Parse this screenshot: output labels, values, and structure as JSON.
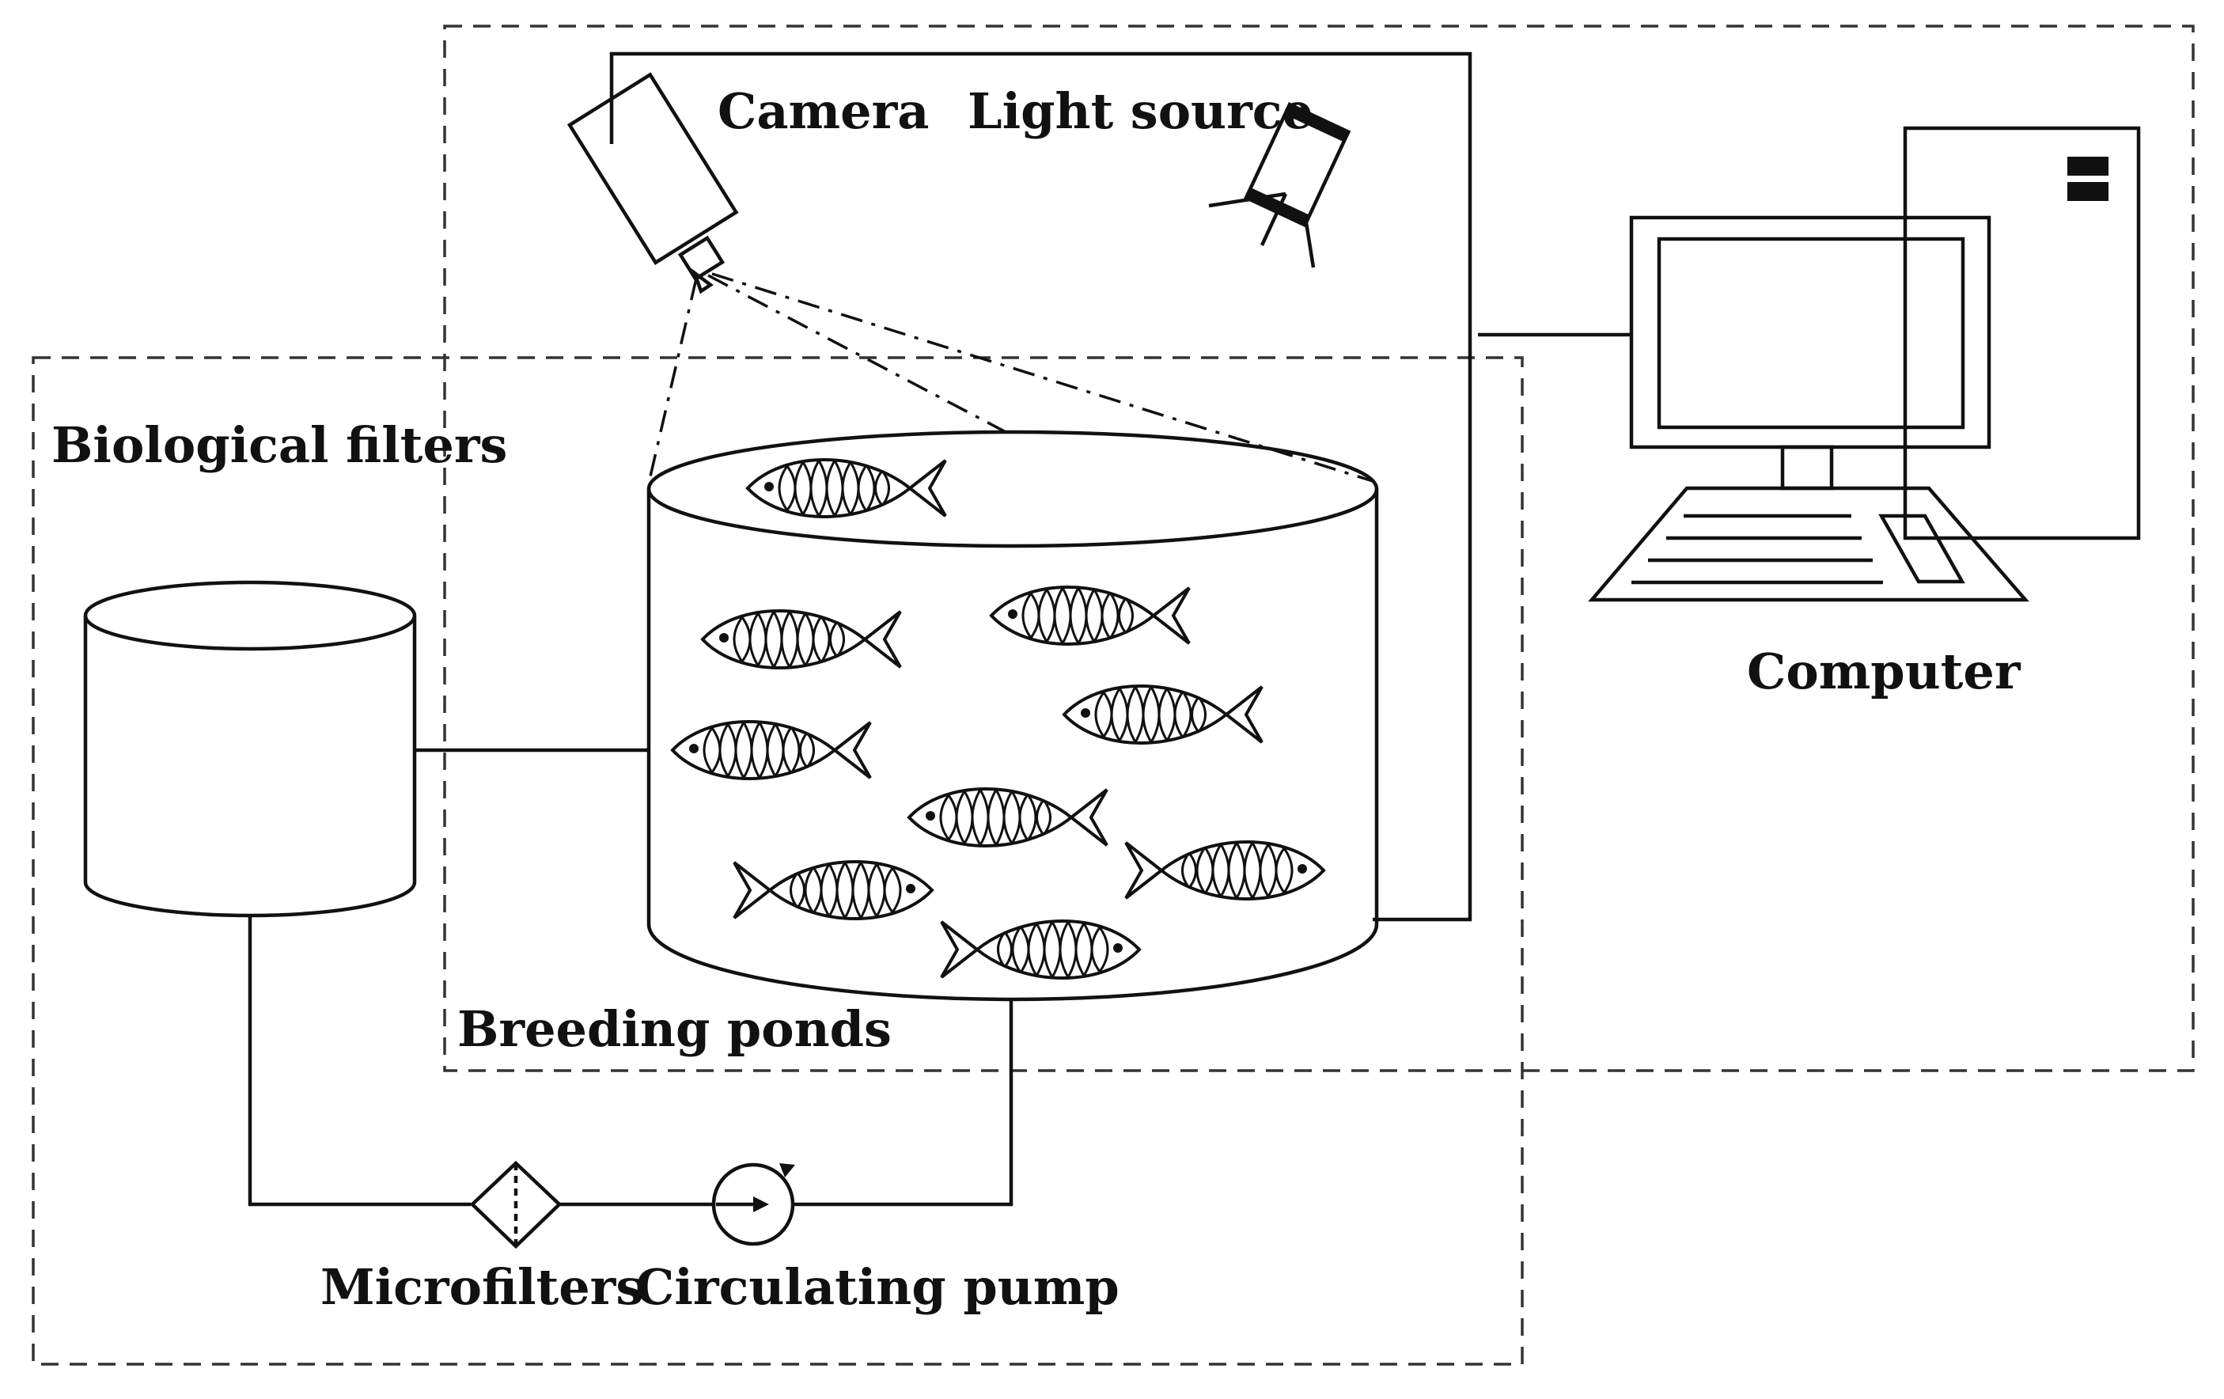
{
  "labels": {
    "camera": "Camera",
    "light_source": "Light source",
    "biological_filters": "Biological filters",
    "computer": "Computer",
    "breeding_ponds": "Breeding ponds",
    "microfilters": "Microfilters",
    "circulating_pump": "Circulating pump"
  },
  "colors": {
    "line": "#111111",
    "background": "#ffffff"
  },
  "icons": [
    "camera-icon",
    "light-source-icon",
    "computer-monitor-icon",
    "computer-tower-icon",
    "keyboard-icon",
    "biological-filter-tank-icon",
    "breeding-pond-tank-icon",
    "fish-icon",
    "microfilter-icon",
    "circulating-pump-icon"
  ]
}
